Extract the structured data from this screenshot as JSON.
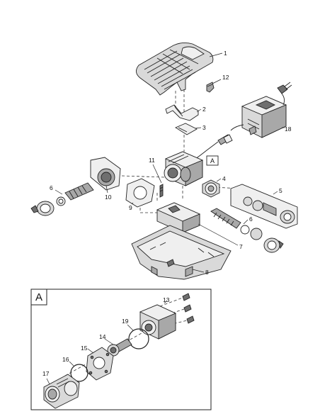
{
  "parts": {
    "p1": "1",
    "p2": "2",
    "p3": "3",
    "p4": "4",
    "p5": "5",
    "p6a": "6",
    "p6b": "6",
    "p7": "7",
    "p8": "8",
    "p9": "9",
    "p10": "10",
    "p11": "11",
    "p12": "12",
    "p13": "13",
    "p14": "14",
    "p15": "15",
    "p16": "16",
    "p17": "17",
    "p18": "18",
    "p19": "19"
  },
  "callout": {
    "box_label": "A",
    "inset_label": "A"
  }
}
